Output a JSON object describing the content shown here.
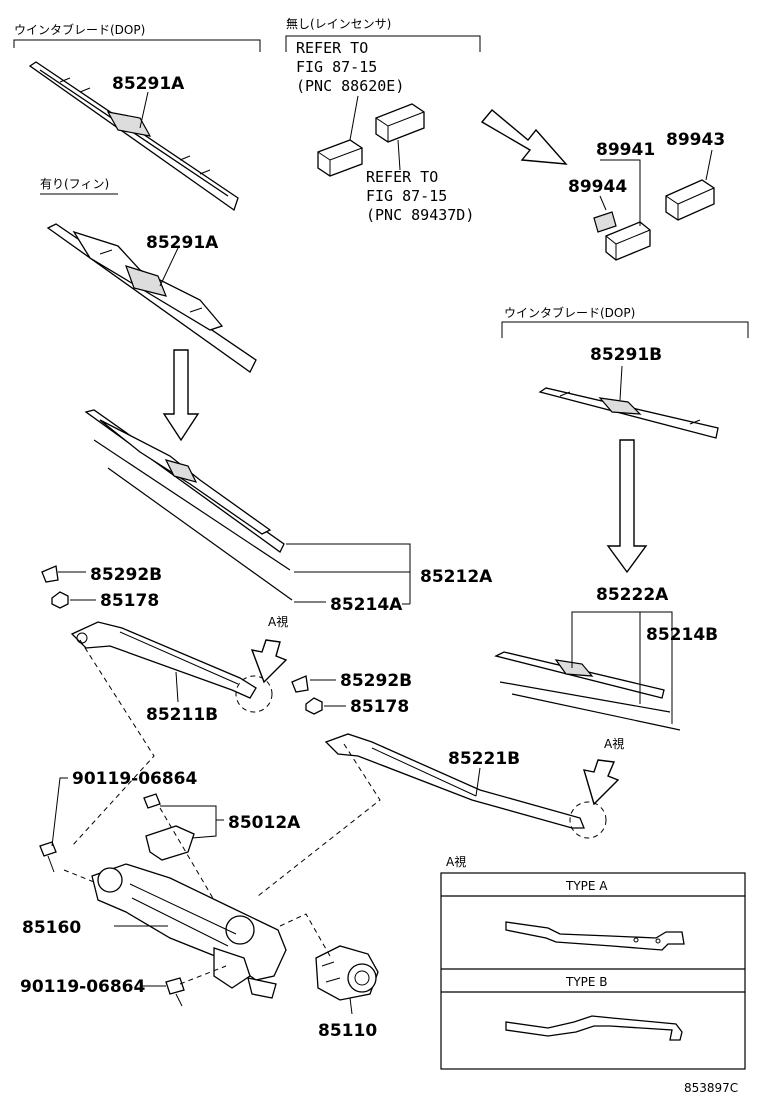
{
  "headers": {
    "wiper_blade_dop_left": "ウインタブレード(DOP)",
    "no_rain_sensor": "無し(レインセンサ)",
    "with_fin": "有り(フィン)",
    "wiper_blade_dop_right": "ウインタブレード(DOP)"
  },
  "refs": {
    "ref1_line1": "REFER TO",
    "ref1_line2": "FIG 87-15",
    "ref1_line3": "(PNC 88620E)",
    "ref2_line1": "REFER TO",
    "ref2_line2": "FIG 87-15",
    "ref2_line3": "(PNC 89437D)"
  },
  "parts": {
    "p85291A_top": "85291A",
    "p85291A_fin": "85291A",
    "p89941": "89941",
    "p89943": "89943",
    "p89944": "89944",
    "p85291B": "85291B",
    "p85292B_left": "85292B",
    "p85178_left": "85178",
    "p85212A": "85212A",
    "p85214A": "85214A",
    "p85211B": "85211B",
    "p85292B_right": "85292B",
    "p85178_right": "85178",
    "p85222A": "85222A",
    "p85214B": "85214B",
    "p85221B": "85221B",
    "p90119_top": "90119-06864",
    "p85012A": "85012A",
    "p85160": "85160",
    "p90119_bottom": "90119-06864",
    "p85110": "85110"
  },
  "view_labels": {
    "view_a_left": "A視",
    "view_a_right": "A視",
    "view_a_box": "A視"
  },
  "types": {
    "type_a": "TYPE A",
    "type_b": "TYPE B"
  },
  "figure_id": "853897C"
}
